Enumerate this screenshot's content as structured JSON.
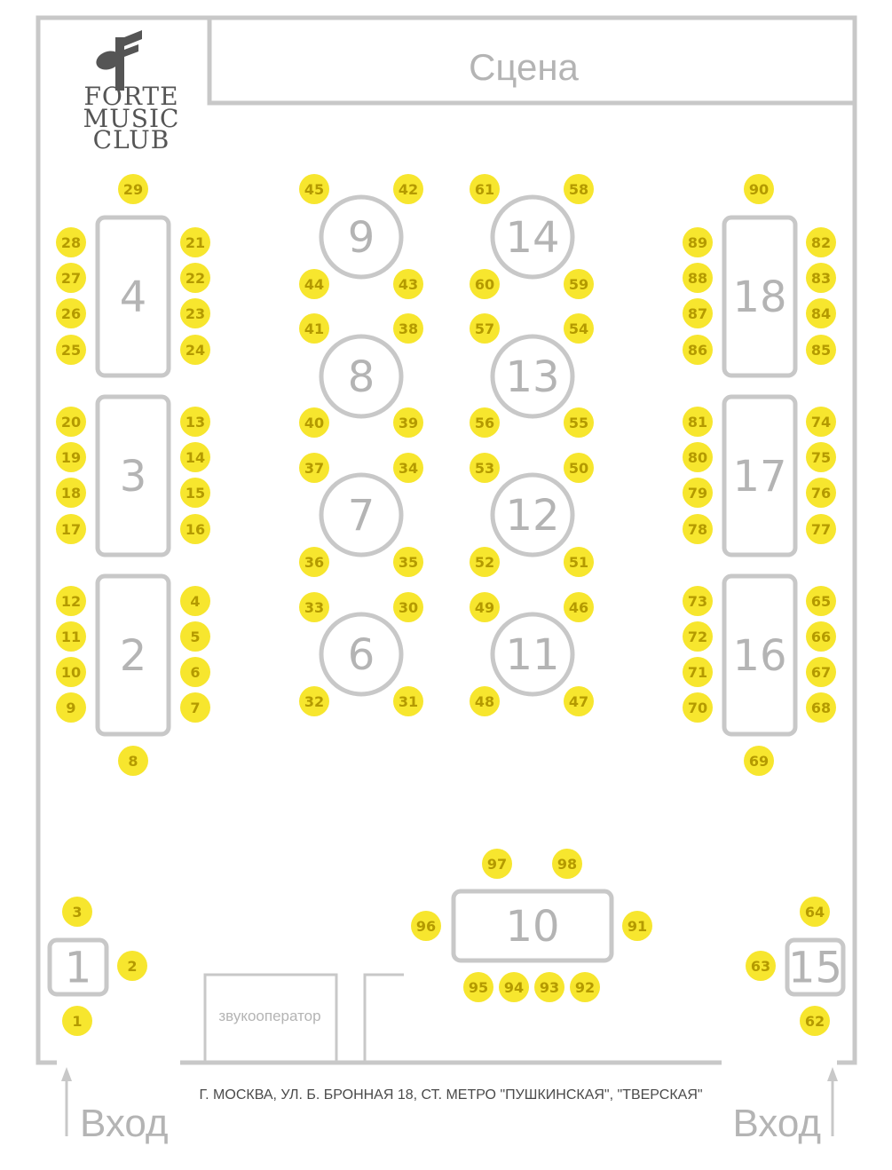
{
  "stage": {
    "label": "Сцена"
  },
  "logo": {
    "line1": "FORTE",
    "line2": "MUSIC",
    "line3": "CLUB"
  },
  "sound_engineer": {
    "label": "звукооператор"
  },
  "address": {
    "text": "Г. МОСКВА, УЛ. Б. БРОННАЯ 18, СТ. МЕТРО \"ПУШКИНСКАЯ\", \"ТВЕРСКАЯ\""
  },
  "entrances": {
    "left_label": "Вход",
    "right_label": "Вход"
  },
  "colors": {
    "seat": "#f7e62e",
    "seat_text": "#b49a00",
    "outline": "#c8c8c8",
    "label": "#b4b4b4"
  },
  "tables": [
    {
      "id": "1",
      "shape": "rect"
    },
    {
      "id": "2",
      "shape": "rect"
    },
    {
      "id": "3",
      "shape": "rect"
    },
    {
      "id": "4",
      "shape": "rect"
    },
    {
      "id": "6",
      "shape": "round"
    },
    {
      "id": "7",
      "shape": "round"
    },
    {
      "id": "8",
      "shape": "round"
    },
    {
      "id": "9",
      "shape": "round"
    },
    {
      "id": "10",
      "shape": "rect"
    },
    {
      "id": "11",
      "shape": "round"
    },
    {
      "id": "12",
      "shape": "round"
    },
    {
      "id": "13",
      "shape": "round"
    },
    {
      "id": "14",
      "shape": "round"
    },
    {
      "id": "15",
      "shape": "rect"
    },
    {
      "id": "16",
      "shape": "rect"
    },
    {
      "id": "17",
      "shape": "rect"
    },
    {
      "id": "18",
      "shape": "rect"
    }
  ],
  "seats": [
    "1",
    "2",
    "3",
    "4",
    "5",
    "6",
    "7",
    "8",
    "9",
    "10",
    "11",
    "12",
    "13",
    "14",
    "15",
    "16",
    "17",
    "18",
    "19",
    "20",
    "21",
    "22",
    "23",
    "24",
    "25",
    "26",
    "27",
    "28",
    "29",
    "30",
    "31",
    "32",
    "33",
    "34",
    "35",
    "36",
    "37",
    "38",
    "39",
    "40",
    "41",
    "42",
    "43",
    "44",
    "45",
    "46",
    "47",
    "48",
    "49",
    "50",
    "51",
    "52",
    "53",
    "54",
    "55",
    "56",
    "57",
    "58",
    "59",
    "60",
    "61",
    "62",
    "63",
    "64",
    "65",
    "66",
    "67",
    "68",
    "69",
    "70",
    "71",
    "72",
    "73",
    "74",
    "75",
    "76",
    "77",
    "78",
    "79",
    "80",
    "81",
    "82",
    "83",
    "84",
    "85",
    "86",
    "87",
    "88",
    "89",
    "90",
    "91",
    "92",
    "93",
    "94",
    "95",
    "96",
    "97",
    "98"
  ]
}
